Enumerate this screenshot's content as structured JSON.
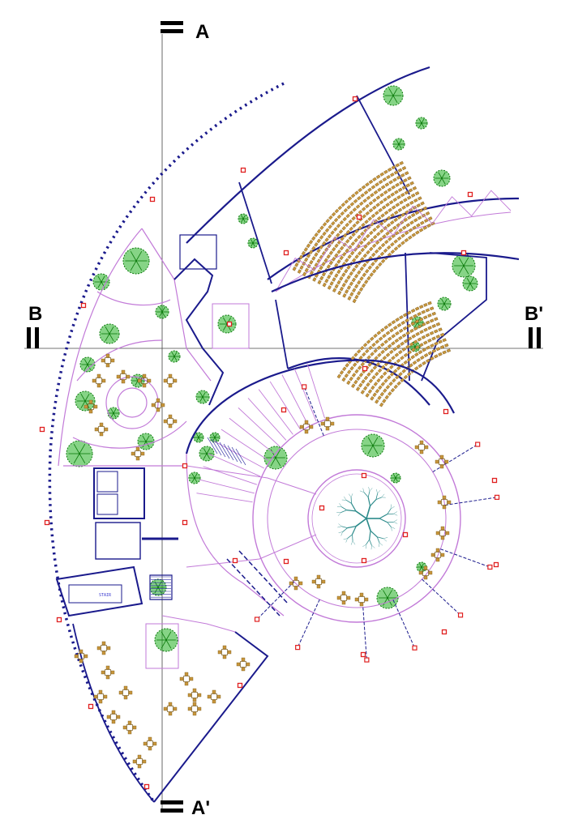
{
  "section_markers": {
    "top": {
      "label": "A"
    },
    "bottom": {
      "label": "A'"
    },
    "left": {
      "label": "B"
    },
    "right": {
      "label": "B'"
    }
  },
  "room_labels": {
    "stair_lobby": "STAIR"
  },
  "colors": {
    "wall": "#1a1a8c",
    "structure": "#c27ad8",
    "seat": "#c8963c",
    "tree": "#22b022",
    "tree_dark": "#0b7a0b",
    "column": "#e02020",
    "axis": "#444444",
    "marker": "#000000",
    "central_tree": "#2a8a8a",
    "stair_lines": "#2a2aa0"
  },
  "icons": [
    "tree-symbol-icon",
    "chair-cluster-icon",
    "column-marker-icon",
    "section-marker-icon"
  ]
}
